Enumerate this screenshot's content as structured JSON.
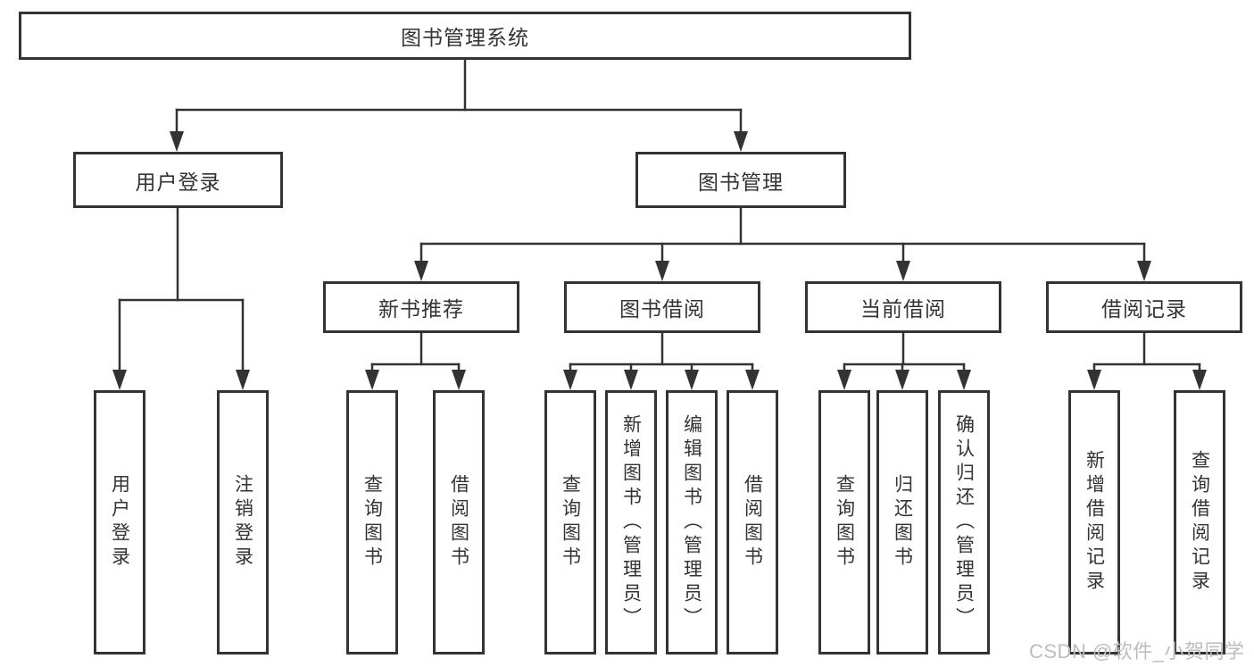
{
  "diagram": {
    "root": {
      "label": "图书管理系统",
      "children": [
        {
          "label": "用户登录",
          "children": [
            {
              "label": "用户登录"
            },
            {
              "label": "注销登录"
            }
          ]
        },
        {
          "label": "图书管理",
          "children": [
            {
              "label": "新书推荐",
              "children": [
                {
                  "label": "查询图书"
                },
                {
                  "label": "借阅图书"
                }
              ]
            },
            {
              "label": "图书借阅",
              "children": [
                {
                  "label": "查询图书"
                },
                {
                  "label": "新增图书（管理员）"
                },
                {
                  "label": "编辑图书（管理员）"
                },
                {
                  "label": "借阅图书"
                }
              ]
            },
            {
              "label": "当前借阅",
              "children": [
                {
                  "label": "查询图书"
                },
                {
                  "label": "归还图书"
                },
                {
                  "label": "确认归还（管理员）"
                }
              ]
            },
            {
              "label": "借阅记录",
              "children": [
                {
                  "label": "新增借阅记录"
                },
                {
                  "label": "查询借阅记录"
                }
              ]
            }
          ]
        }
      ]
    },
    "colors": {
      "line": "#333333",
      "box_border": "#333333",
      "text": "#333333",
      "background": "#ffffff",
      "watermark": "#bdbdbd"
    }
  },
  "watermark": {
    "text": "CSDN @软件_小贺同学"
  }
}
